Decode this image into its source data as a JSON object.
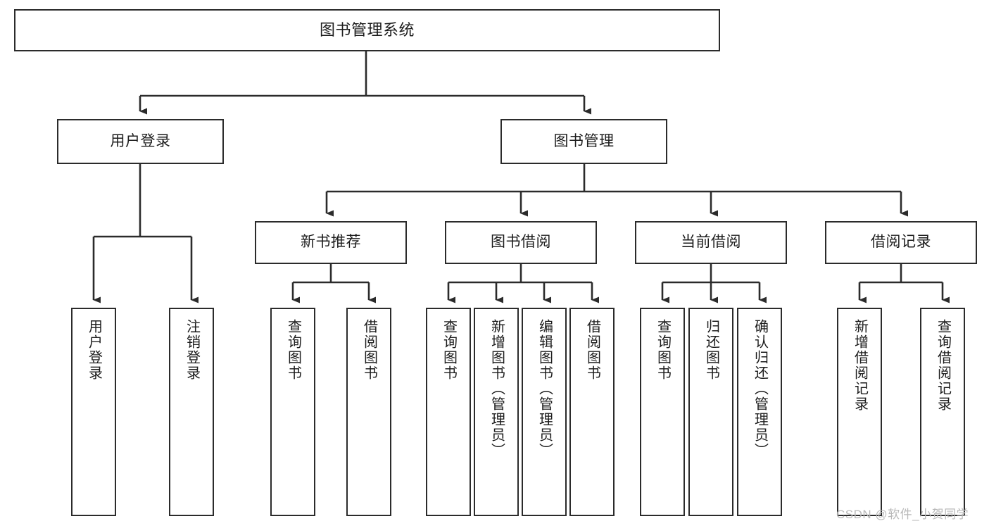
{
  "diagram": {
    "type": "hierarchy-tree",
    "title": "图书管理系统",
    "colors": {
      "stroke": "#2b2b2b",
      "fill": "#ffffff",
      "text": "#1c1c1c",
      "watermark": "#b9b9b9"
    },
    "nodes": {
      "root": {
        "label": "图书管理系统"
      },
      "level2": [
        {
          "id": "user-login",
          "label": "用户登录"
        },
        {
          "id": "book-management",
          "label": "图书管理"
        }
      ],
      "level3": [
        {
          "id": "new-book-recommend",
          "label": "新书推荐"
        },
        {
          "id": "book-borrow",
          "label": "图书借阅"
        },
        {
          "id": "current-borrow",
          "label": "当前借阅"
        },
        {
          "id": "borrow-record",
          "label": "借阅记录"
        }
      ],
      "leaves": [
        {
          "id": "leaf-user-login",
          "label": "用户登录",
          "parent": "user-login"
        },
        {
          "id": "leaf-logout-login",
          "label": "注销登录",
          "parent": "user-login"
        },
        {
          "id": "leaf-query-book-1",
          "label": "查询图书",
          "parent": "new-book-recommend"
        },
        {
          "id": "leaf-borrow-book-1",
          "label": "借阅图书",
          "parent": "new-book-recommend"
        },
        {
          "id": "leaf-query-book-2",
          "label": "查询图书",
          "parent": "book-borrow"
        },
        {
          "id": "leaf-add-book",
          "label": "新增图书（管理员）",
          "parent": "book-borrow"
        },
        {
          "id": "leaf-edit-book",
          "label": "编辑图书（管理员）",
          "parent": "book-borrow"
        },
        {
          "id": "leaf-borrow-book-2",
          "label": "借阅图书",
          "parent": "book-borrow"
        },
        {
          "id": "leaf-query-book-3",
          "label": "查询图书",
          "parent": "current-borrow"
        },
        {
          "id": "leaf-return-book",
          "label": "归还图书",
          "parent": "current-borrow"
        },
        {
          "id": "leaf-confirm-return",
          "label": "确认归还（管理员）",
          "parent": "current-borrow"
        },
        {
          "id": "leaf-add-record",
          "label": "新增借阅记录",
          "parent": "borrow-record"
        },
        {
          "id": "leaf-query-record",
          "label": "查询借阅记录",
          "parent": "borrow-record"
        }
      ]
    },
    "watermark": "CSDN @软件_小贺同学"
  }
}
